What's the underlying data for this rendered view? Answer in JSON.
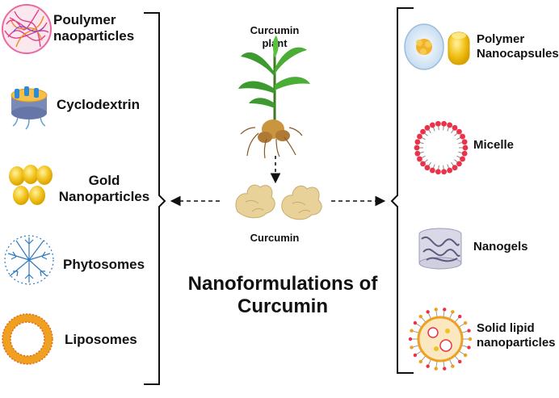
{
  "title": "Nanoformulations of Curcumin",
  "center": {
    "plant_label": "Curcumin plant",
    "compound_label": "Curcumin"
  },
  "left_items": [
    {
      "label": "Poulymer naoparticles",
      "icon": "polymer-nanoparticle-icon"
    },
    {
      "label": "Cyclodextrin",
      "icon": "cyclodextrin-icon"
    },
    {
      "label": "Gold Nanoparticles",
      "icon": "gold-nanoparticles-icon"
    },
    {
      "label": "Phytosomes",
      "icon": "phytosome-icon"
    },
    {
      "label": "Liposomes",
      "icon": "liposome-icon"
    }
  ],
  "right_items": [
    {
      "label": "Polymer Nanocapsules",
      "icon": "polymer-nanocapsule-icon"
    },
    {
      "label": "Micelle",
      "icon": "micelle-icon"
    },
    {
      "label": "Nanogels",
      "icon": "nanogel-icon"
    },
    {
      "label": "Solid lipid nanoparticles",
      "icon": "solid-lipid-nanoparticle-icon"
    }
  ],
  "colors": {
    "gold": "#f2c21b",
    "liposome": "#f0a020",
    "micelle_head": "#e8334a",
    "phytosome": "#2b7bbf",
    "leaf": "#3d9a2e",
    "root": "#b07a35"
  }
}
